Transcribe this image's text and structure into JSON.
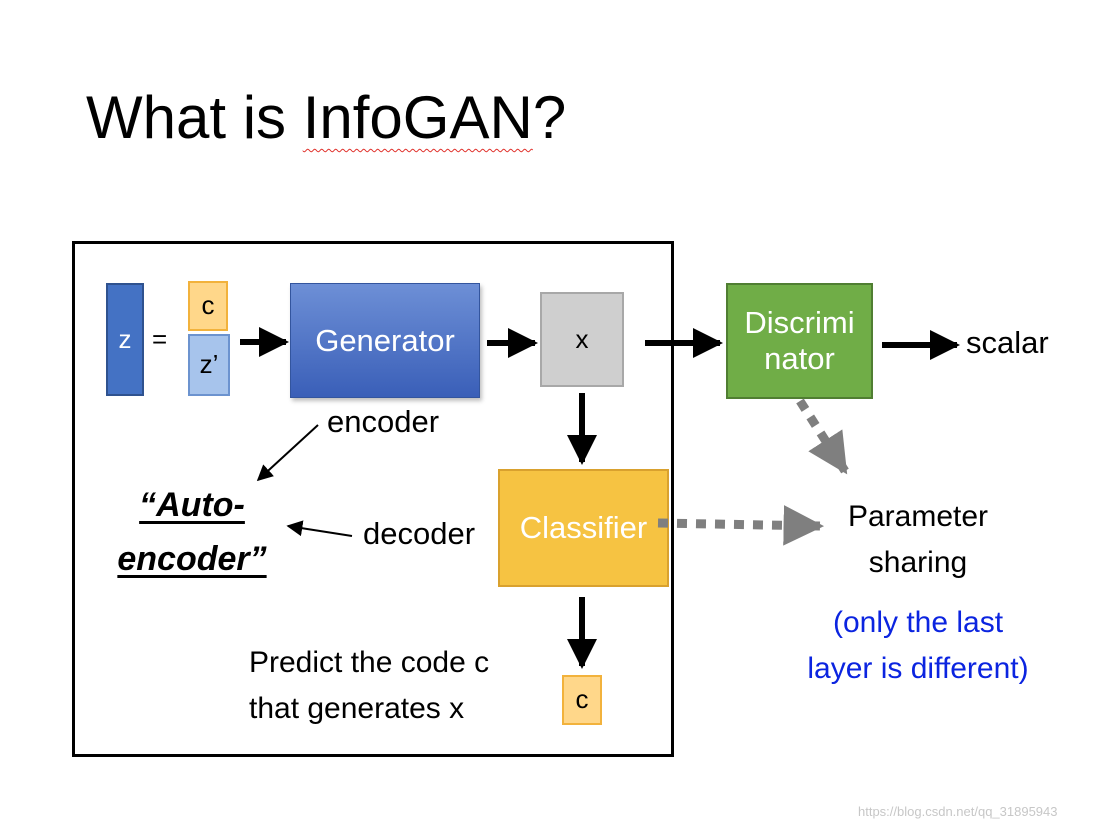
{
  "title": {
    "prefix": "What is ",
    "highlight": "InfoGAN",
    "suffix": "?"
  },
  "nodes": {
    "z": "z",
    "equals": "=",
    "c_code": "c",
    "z_prime": "z’",
    "generator": "Generator",
    "x": "x",
    "discriminator_line1": "Discrimi",
    "discriminator_line2": "nator",
    "classifier": "Classifier",
    "c_predicted": "c"
  },
  "labels": {
    "encoder": "encoder",
    "decoder": "decoder",
    "scalar": "scalar",
    "autoencoder_line1": "“Auto-",
    "autoencoder_line2": "encoder”",
    "predict_line1": "Predict the code c",
    "predict_line2": "that generates x",
    "parameter_line1": "Parameter",
    "parameter_line2": "sharing",
    "note_line1": "(only the last",
    "note_line2": "layer is different)"
  },
  "colors": {
    "z_fill": "#4472c4",
    "c_fill": "#ffd78a",
    "z_prime_fill": "#a7c4ec",
    "generator_fill": "#4a6fc3",
    "x_fill": "#cfcfcf",
    "discriminator_fill": "#70ad47",
    "classifier_fill": "#f6c342",
    "note_text": "#0b24e0",
    "dotted_arrow": "#7f7f7f"
  },
  "watermark": "https://blog.csdn.net/qq_31895943"
}
